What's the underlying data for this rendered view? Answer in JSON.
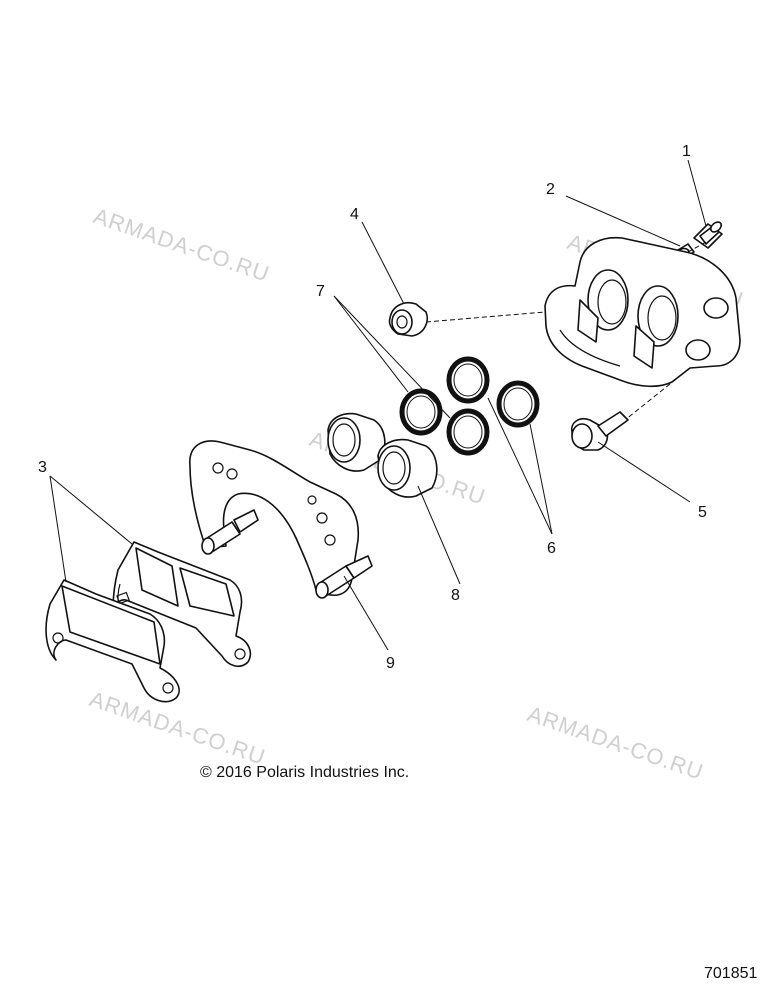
{
  "watermark": "ARMADA-CO.RU",
  "copyright": "© 2016 Polaris Industries Inc.",
  "figure_number": "701851",
  "callouts": {
    "c1": "1",
    "c2": "2",
    "c3": "3",
    "c4": "4",
    "c5": "5",
    "c6": "6",
    "c7": "7",
    "c8": "8",
    "c9": "9"
  }
}
